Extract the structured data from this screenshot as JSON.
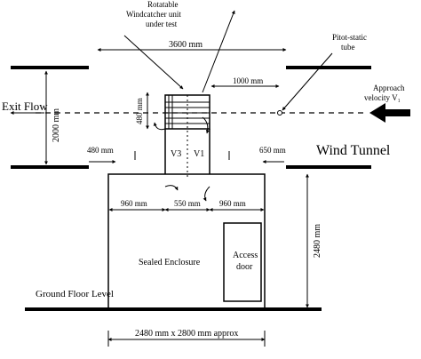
{
  "labels": {
    "windcatcher_line1": "Rotatable",
    "windcatcher_line2": "Windcatcher unit",
    "windcatcher_line3": "under test",
    "pitot_line1": "Pitot-static",
    "pitot_line2": "tube",
    "approach_line1": "Approach",
    "approach_line2": "velocity V₁",
    "exit_flow": "Exit Flow",
    "wind_tunnel": "Wind Tunnel",
    "sealed_enclosure": "Sealed Enclosure",
    "access_line1": "Access",
    "access_line2": "door",
    "ground_floor": "Ground Floor Level",
    "v3": "V3",
    "v1": "V1"
  },
  "dimensions": {
    "tunnel_length": "3600 mm",
    "pitot_distance": "1000 mm",
    "tunnel_height": "2000 mm",
    "unit_height": "480 mm",
    "gap_left": "480 mm",
    "gap_right": "650 mm",
    "left_width": "960 mm",
    "mid_width": "550 mm",
    "right_width": "960 mm",
    "enclosure_height": "2480 mm",
    "enclosure_footprint": "2480 mm x 2800 mm approx"
  }
}
